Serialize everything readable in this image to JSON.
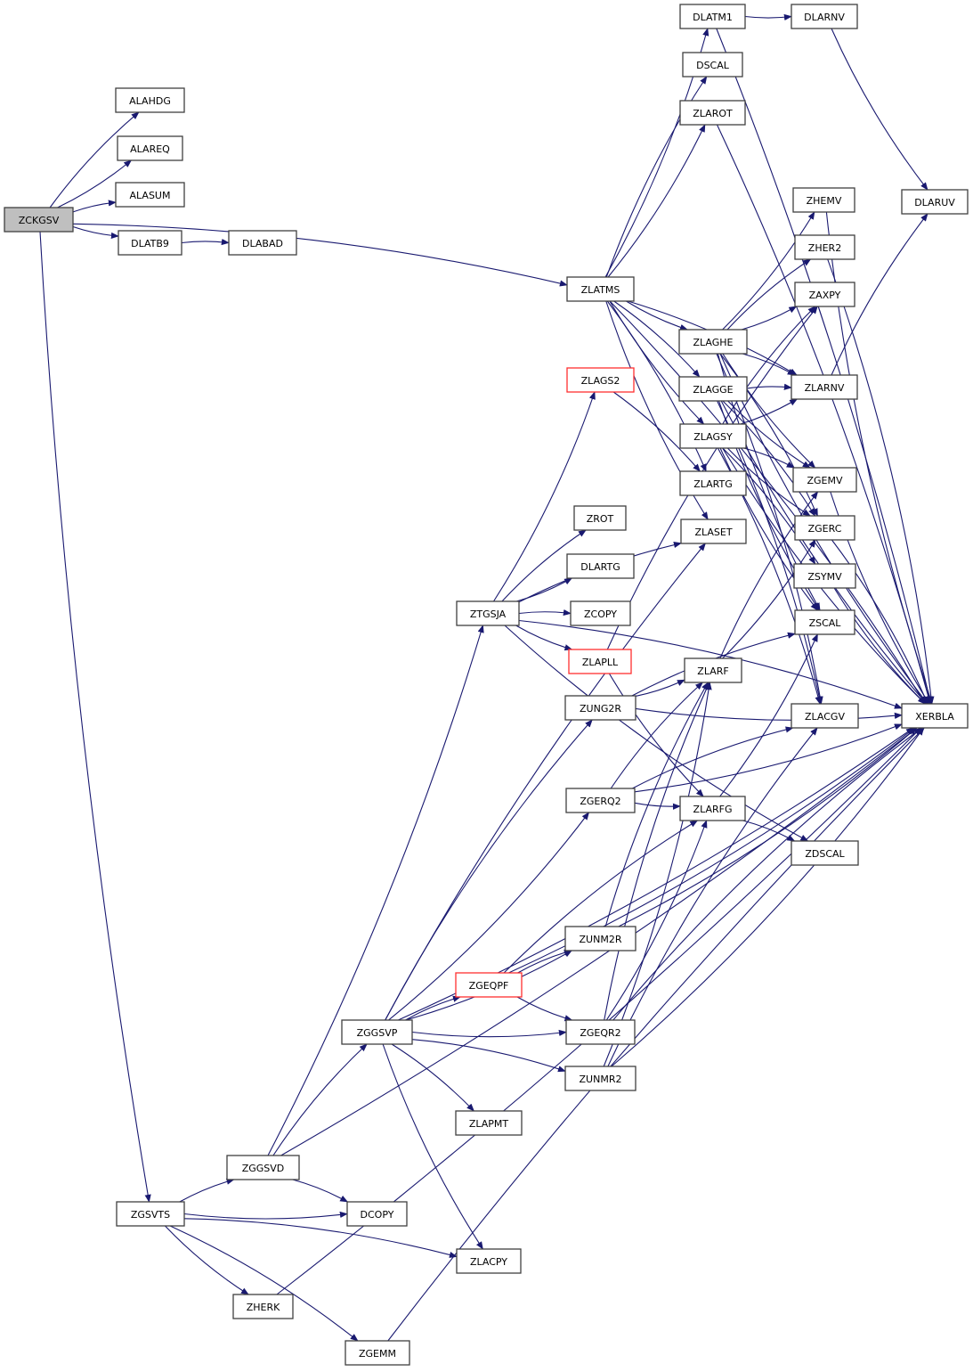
{
  "title": "Call graph for ZCKGSV",
  "colors": {
    "edge": "#191970",
    "root_fill": "#bfbfbf",
    "node_border": "#404040",
    "incomplete_border": "#ff3030"
  },
  "nodes": [
    {
      "id": "ZCKGSV",
      "label": "ZCKGSV",
      "kind": "root"
    },
    {
      "id": "ALAHDG",
      "label": "ALAHDG"
    },
    {
      "id": "ALAREQ",
      "label": "ALAREQ"
    },
    {
      "id": "ALASUM",
      "label": "ALASUM"
    },
    {
      "id": "DLATB9",
      "label": "DLATB9"
    },
    {
      "id": "DLABAD",
      "label": "DLABAD"
    },
    {
      "id": "ZLATMS",
      "label": "ZLATMS"
    },
    {
      "id": "DLATM1",
      "label": "DLATM1"
    },
    {
      "id": "DLARNV",
      "label": "DLARNV"
    },
    {
      "id": "DSCAL",
      "label": "DSCAL"
    },
    {
      "id": "ZLAROT",
      "label": "ZLAROT"
    },
    {
      "id": "ZHEMV",
      "label": "ZHEMV"
    },
    {
      "id": "DLARUV",
      "label": "DLARUV"
    },
    {
      "id": "ZHER2",
      "label": "ZHER2"
    },
    {
      "id": "ZAXPY",
      "label": "ZAXPY"
    },
    {
      "id": "ZLAGHE",
      "label": "ZLAGHE"
    },
    {
      "id": "ZLAGS2",
      "label": "ZLAGS2",
      "kind": "red"
    },
    {
      "id": "ZLAGGE",
      "label": "ZLAGGE"
    },
    {
      "id": "ZLARNV",
      "label": "ZLARNV"
    },
    {
      "id": "ZLAGSY",
      "label": "ZLAGSY"
    },
    {
      "id": "ZGEMV",
      "label": "ZGEMV"
    },
    {
      "id": "ZLARTG",
      "label": "ZLARTG"
    },
    {
      "id": "ZGERC",
      "label": "ZGERC"
    },
    {
      "id": "ZROT",
      "label": "ZROT"
    },
    {
      "id": "ZLASET",
      "label": "ZLASET"
    },
    {
      "id": "DLARTG",
      "label": "DLARTG"
    },
    {
      "id": "ZSYMV",
      "label": "ZSYMV"
    },
    {
      "id": "ZTGSJA",
      "label": "ZTGSJA"
    },
    {
      "id": "ZCOPY",
      "label": "ZCOPY"
    },
    {
      "id": "ZSCAL",
      "label": "ZSCAL"
    },
    {
      "id": "ZLAPLL",
      "label": "ZLAPLL",
      "kind": "red"
    },
    {
      "id": "ZLARF",
      "label": "ZLARF"
    },
    {
      "id": "ZUNG2R",
      "label": "ZUNG2R"
    },
    {
      "id": "ZLACGV",
      "label": "ZLACGV"
    },
    {
      "id": "XERBLA",
      "label": "XERBLA"
    },
    {
      "id": "ZGERQ2",
      "label": "ZGERQ2"
    },
    {
      "id": "ZLARFG",
      "label": "ZLARFG"
    },
    {
      "id": "ZDSCAL",
      "label": "ZDSCAL"
    },
    {
      "id": "ZUNM2R",
      "label": "ZUNM2R"
    },
    {
      "id": "ZGEQPF",
      "label": "ZGEQPF",
      "kind": "red"
    },
    {
      "id": "ZGGSVP",
      "label": "ZGGSVP"
    },
    {
      "id": "ZGEQR2",
      "label": "ZGEQR2"
    },
    {
      "id": "ZUNMR2",
      "label": "ZUNMR2"
    },
    {
      "id": "ZLAPMT",
      "label": "ZLAPMT"
    },
    {
      "id": "ZGGSVD",
      "label": "ZGGSVD"
    },
    {
      "id": "ZGSVTS",
      "label": "ZGSVTS"
    },
    {
      "id": "DCOPY",
      "label": "DCOPY"
    },
    {
      "id": "ZLACPY",
      "label": "ZLACPY"
    },
    {
      "id": "ZHERK",
      "label": "ZHERK"
    },
    {
      "id": "ZGEMM",
      "label": "ZGEMM"
    }
  ],
  "edges": [
    [
      "ZCKGSV",
      "ALAHDG"
    ],
    [
      "ZCKGSV",
      "ALAREQ"
    ],
    [
      "ZCKGSV",
      "ALASUM"
    ],
    [
      "ZCKGSV",
      "DLATB9"
    ],
    [
      "ZCKGSV",
      "ZLATMS"
    ],
    [
      "ZCKGSV",
      "ZGSVTS"
    ],
    [
      "DLATB9",
      "DLABAD"
    ],
    [
      "ZLATMS",
      "DLATM1"
    ],
    [
      "ZLATMS",
      "DSCAL"
    ],
    [
      "ZLATMS",
      "ZLAROT"
    ],
    [
      "ZLATMS",
      "XERBLA"
    ],
    [
      "ZLATMS",
      "ZLAGHE"
    ],
    [
      "ZLATMS",
      "ZLAGGE"
    ],
    [
      "ZLATMS",
      "ZLAGSY"
    ],
    [
      "ZLATMS",
      "ZLARTG"
    ],
    [
      "ZLATMS",
      "ZLASET"
    ],
    [
      "ZLATMS",
      "ZLARNV"
    ],
    [
      "DLATM1",
      "DLARNV"
    ],
    [
      "DLATM1",
      "XERBLA"
    ],
    [
      "DLARNV",
      "DLARUV"
    ],
    [
      "ZLAROT",
      "XERBLA"
    ],
    [
      "ZLAGHE",
      "ZHEMV"
    ],
    [
      "ZLAGHE",
      "ZHER2"
    ],
    [
      "ZLAGHE",
      "ZAXPY"
    ],
    [
      "ZLAGHE",
      "ZLARNV"
    ],
    [
      "ZLAGHE",
      "ZGEMV"
    ],
    [
      "ZLAGHE",
      "ZGERC"
    ],
    [
      "ZLAGHE",
      "ZSCAL"
    ],
    [
      "ZLAGHE",
      "ZLACGV"
    ],
    [
      "ZLAGHE",
      "XERBLA"
    ],
    [
      "ZLAGGE",
      "ZLARNV"
    ],
    [
      "ZLAGGE",
      "ZGEMV"
    ],
    [
      "ZLAGGE",
      "ZGERC"
    ],
    [
      "ZLAGGE",
      "ZSCAL"
    ],
    [
      "ZLAGGE",
      "ZLACGV"
    ],
    [
      "ZLAGGE",
      "XERBLA"
    ],
    [
      "ZLAGSY",
      "ZAXPY"
    ],
    [
      "ZLAGSY",
      "ZLARNV"
    ],
    [
      "ZLAGSY",
      "ZGEMV"
    ],
    [
      "ZLAGSY",
      "ZGERC"
    ],
    [
      "ZLAGSY",
      "ZSYMV"
    ],
    [
      "ZLAGSY",
      "ZSCAL"
    ],
    [
      "ZLAGSY",
      "ZLACGV"
    ],
    [
      "ZLAGSY",
      "XERBLA"
    ],
    [
      "ZLARNV",
      "DLARUV"
    ],
    [
      "ZHEMV",
      "XERBLA"
    ],
    [
      "ZHER2",
      "XERBLA"
    ],
    [
      "ZGEMV",
      "XERBLA"
    ],
    [
      "ZGERC",
      "XERBLA"
    ],
    [
      "ZSYMV",
      "XERBLA"
    ],
    [
      "ZLAGS2",
      "ZLARTG"
    ],
    [
      "ZTGSJA",
      "ZLAGS2"
    ],
    [
      "ZTGSJA",
      "ZROT"
    ],
    [
      "ZTGSJA",
      "DLARTG"
    ],
    [
      "ZTGSJA",
      "ZCOPY"
    ],
    [
      "ZTGSJA",
      "ZLAPLL"
    ],
    [
      "ZTGSJA",
      "ZLASET"
    ],
    [
      "ZTGSJA",
      "ZDSCAL"
    ],
    [
      "ZTGSJA",
      "XERBLA"
    ],
    [
      "ZLAPLL",
      "ZLARFG"
    ],
    [
      "ZLAPLL",
      "ZAXPY"
    ],
    [
      "ZUNG2R",
      "ZLARF"
    ],
    [
      "ZUNG2R",
      "ZSCAL"
    ],
    [
      "ZUNG2R",
      "XERBLA"
    ],
    [
      "ZLARF",
      "ZGEMV"
    ],
    [
      "ZLARF",
      "ZGERC"
    ],
    [
      "ZGERQ2",
      "ZLARF"
    ],
    [
      "ZGERQ2",
      "ZLARFG"
    ],
    [
      "ZGERQ2",
      "ZLACGV"
    ],
    [
      "ZGERQ2",
      "XERBLA"
    ],
    [
      "ZLARFG",
      "ZDSCAL"
    ],
    [
      "ZLARFG",
      "ZSCAL"
    ],
    [
      "ZUNM2R",
      "ZLARF"
    ],
    [
      "ZUNM2R",
      "XERBLA"
    ],
    [
      "ZGEQPF",
      "ZUNM2R"
    ],
    [
      "ZGEQPF",
      "ZGEQR2"
    ],
    [
      "ZGEQPF",
      "ZLARFG"
    ],
    [
      "ZGEQPF",
      "XERBLA"
    ],
    [
      "ZGEQR2",
      "ZLARF"
    ],
    [
      "ZGEQR2",
      "ZLARFG"
    ],
    [
      "ZGEQR2",
      "XERBLA"
    ],
    [
      "ZUNMR2",
      "ZLARF"
    ],
    [
      "ZUNMR2",
      "ZLACGV"
    ],
    [
      "ZUNMR2",
      "XERBLA"
    ],
    [
      "ZGGSVP",
      "ZGEQPF"
    ],
    [
      "ZGGSVP",
      "ZGEQR2"
    ],
    [
      "ZGGSVP",
      "ZUNMR2"
    ],
    [
      "ZGGSVP",
      "ZUNM2R"
    ],
    [
      "ZGGSVP",
      "ZUNG2R"
    ],
    [
      "ZGGSVP",
      "ZGERQ2"
    ],
    [
      "ZGGSVP",
      "ZLAPMT"
    ],
    [
      "ZGGSVP",
      "ZLACPY"
    ],
    [
      "ZGGSVP",
      "ZLASET"
    ],
    [
      "ZGGSVP",
      "XERBLA"
    ],
    [
      "ZGGSVD",
      "ZGGSVP"
    ],
    [
      "ZGGSVD",
      "ZTGSJA"
    ],
    [
      "ZGGSVD",
      "DCOPY"
    ],
    [
      "ZGGSVD",
      "XERBLA"
    ],
    [
      "ZGSVTS",
      "ZGGSVD"
    ],
    [
      "ZGSVTS",
      "DCOPY"
    ],
    [
      "ZGSVTS",
      "ZLACPY"
    ],
    [
      "ZGSVTS",
      "ZHERK"
    ],
    [
      "ZGSVTS",
      "ZGEMM"
    ],
    [
      "ZHERK",
      "XERBLA"
    ],
    [
      "ZGEMM",
      "XERBLA"
    ]
  ]
}
